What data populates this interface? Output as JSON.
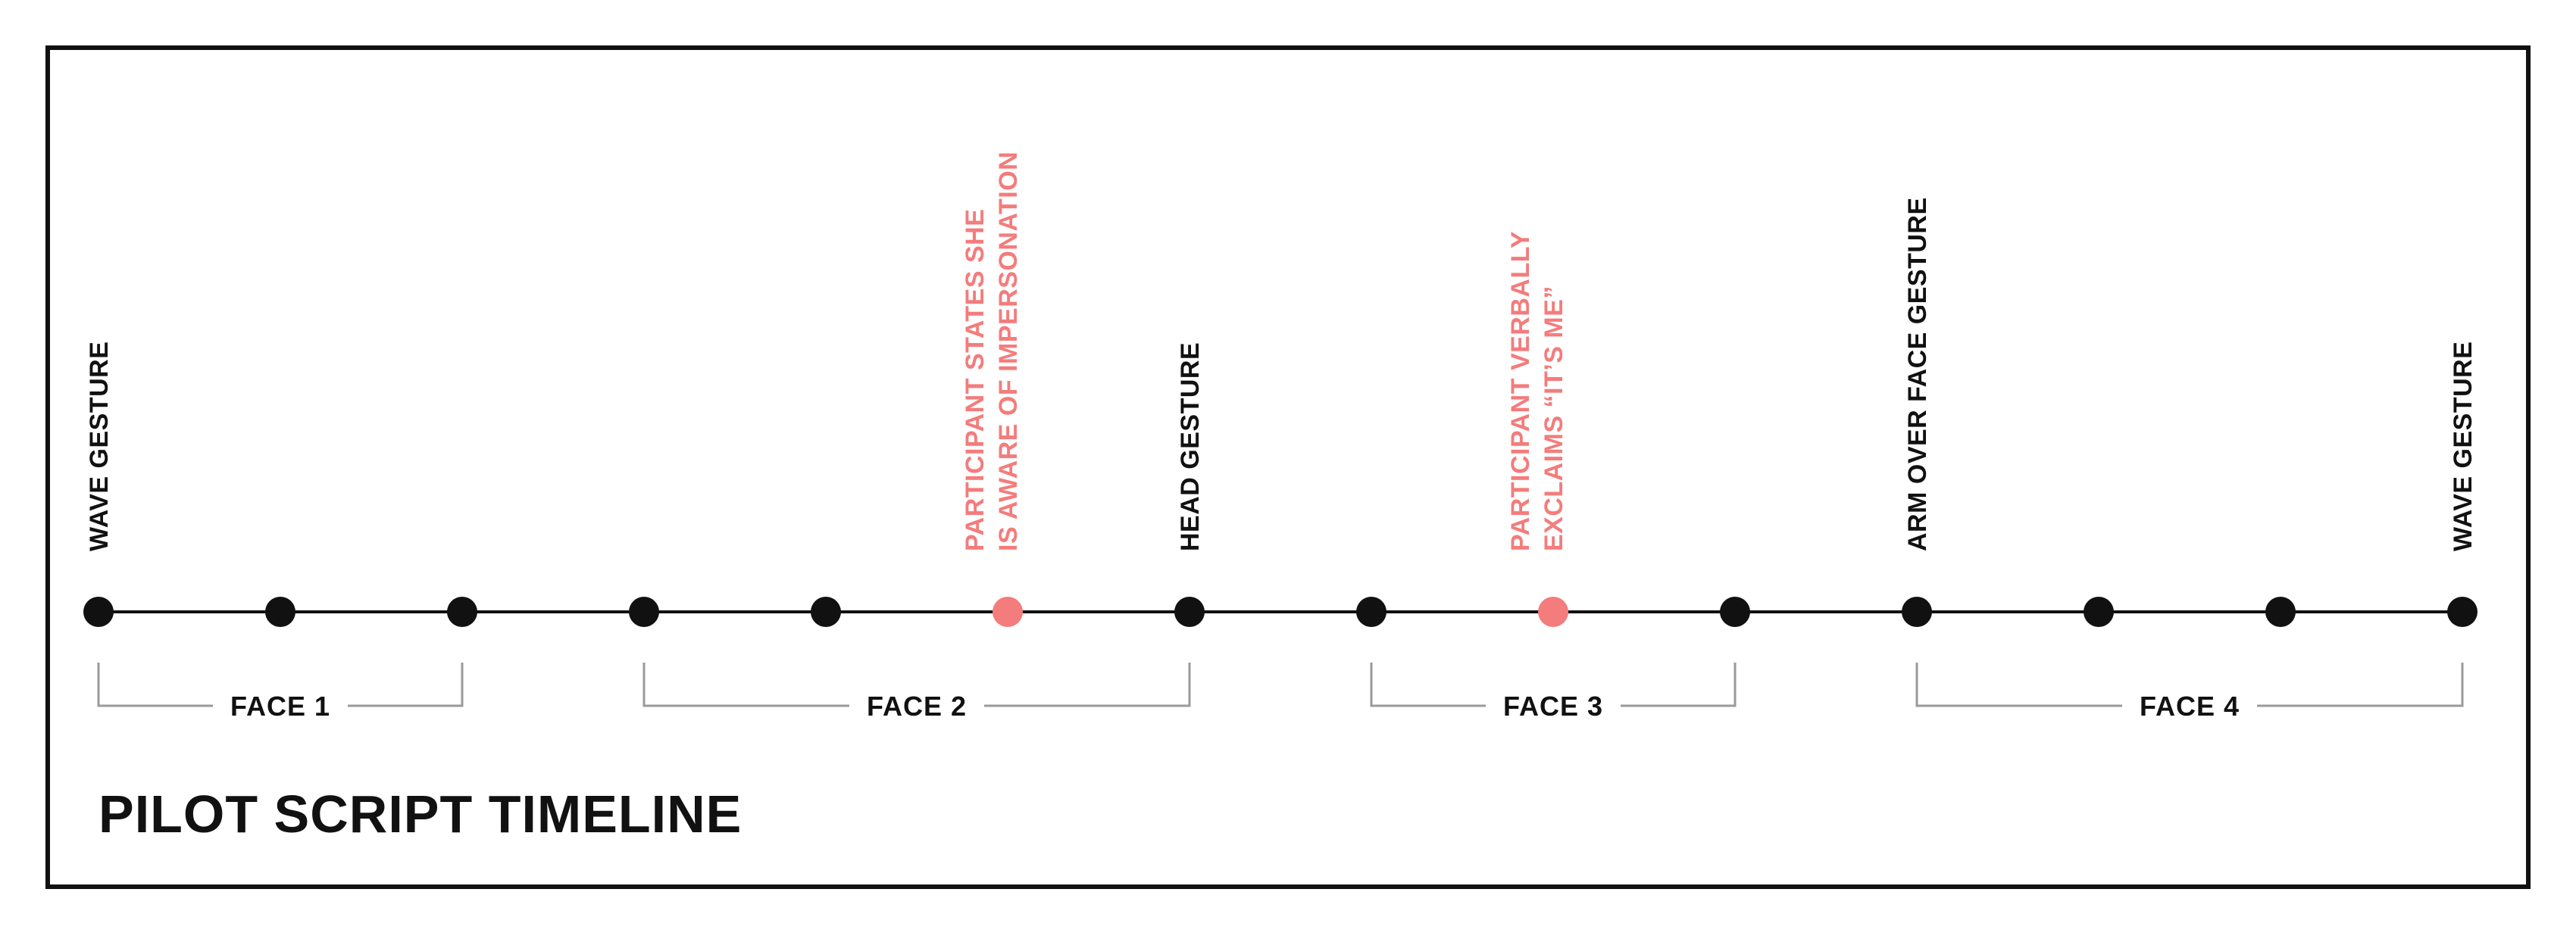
{
  "title": "PILOT SCRIPT TIMELINE",
  "colors": {
    "line": "#111111",
    "event_dot": "#111111",
    "highlight": "#f47c7c",
    "bracket": "#9a9a9a",
    "text": "#111111"
  },
  "points": [
    {
      "index": 0,
      "highlight": false
    },
    {
      "index": 1,
      "highlight": false
    },
    {
      "index": 2,
      "highlight": false
    },
    {
      "index": 3,
      "highlight": false
    },
    {
      "index": 4,
      "highlight": false
    },
    {
      "index": 5,
      "highlight": true
    },
    {
      "index": 6,
      "highlight": false
    },
    {
      "index": 7,
      "highlight": false
    },
    {
      "index": 8,
      "highlight": true
    },
    {
      "index": 9,
      "highlight": false
    },
    {
      "index": 10,
      "highlight": false
    },
    {
      "index": 11,
      "highlight": false
    },
    {
      "index": 12,
      "highlight": false
    },
    {
      "index": 13,
      "highlight": false
    }
  ],
  "events": [
    {
      "point": 0,
      "lines": [
        "WAVE GESTURE"
      ],
      "highlight": false
    },
    {
      "point": 5,
      "lines": [
        "PARTICIPANT STATES SHE",
        "IS AWARE OF IMPERSONATION"
      ],
      "highlight": true
    },
    {
      "point": 6,
      "lines": [
        "HEAD GESTURE"
      ],
      "highlight": false
    },
    {
      "point": 8,
      "lines": [
        "PARTICIPANT VERBALLY",
        "EXCLAIMS “IT’S ME”"
      ],
      "highlight": true
    },
    {
      "point": 10,
      "lines": [
        "ARM OVER FACE GESTURE"
      ],
      "highlight": false
    },
    {
      "point": 13,
      "lines": [
        "WAVE GESTURE"
      ],
      "highlight": false
    }
  ],
  "faces": [
    {
      "label": "FACE 1",
      "from": 0,
      "to": 2
    },
    {
      "label": "FACE 2",
      "from": 3,
      "to": 6
    },
    {
      "label": "FACE 3",
      "from": 7,
      "to": 9
    },
    {
      "label": "FACE 4",
      "from": 10,
      "to": 13
    }
  ]
}
